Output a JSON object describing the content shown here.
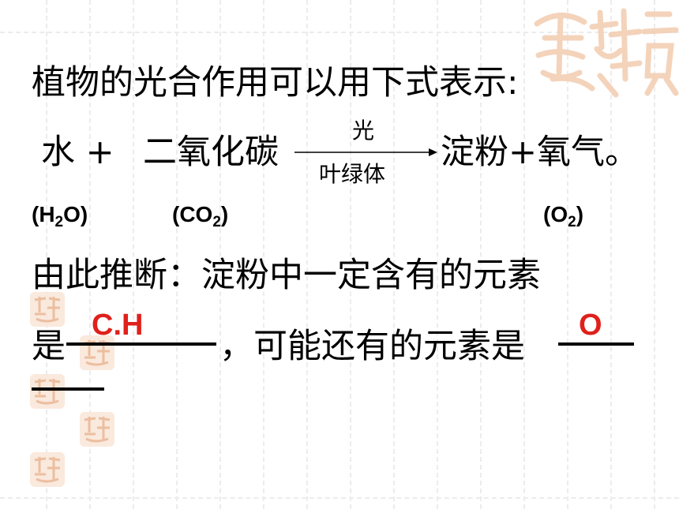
{
  "slide": {
    "line1": "植物的光合作用可以用下式表示:",
    "equation": {
      "water": "水 +",
      "co2": "二氧化碳",
      "condition_top": "光",
      "condition_bottom": "叶绿体",
      "products": "淀粉+氧气。"
    },
    "formulas": {
      "h2o": {
        "pre": "(H",
        "sub": "2",
        "post": "O)"
      },
      "co2": {
        "pre": "(CO",
        "sub": "2",
        "post": ")"
      },
      "o2": {
        "pre": "(O",
        "sub": "2",
        "post": ")"
      }
    },
    "line3": "由此推断：淀粉中一定含有的元素",
    "line4_start": "是",
    "line4_mid": "，可能还有的元素是",
    "answers": {
      "certain": "C.H",
      "possible": "O"
    },
    "watermark": {
      "text": "吉祥如意",
      "color": "#e8a87c"
    }
  }
}
